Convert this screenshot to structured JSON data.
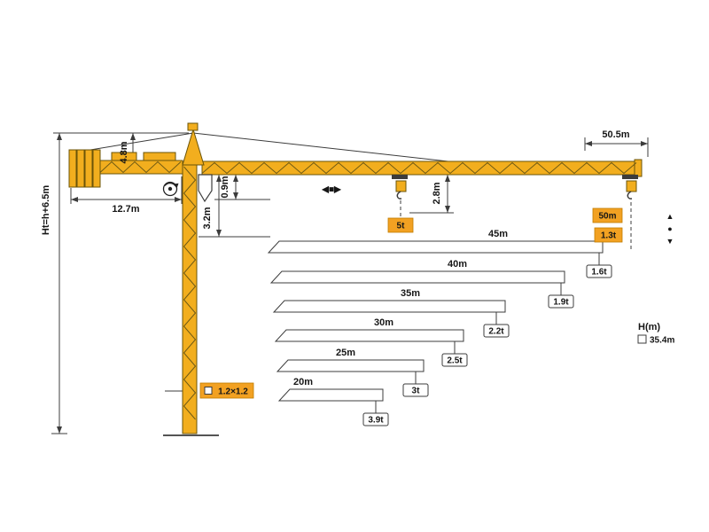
{
  "dimensions": {
    "tower_head_height": "4.8m",
    "counterjib_length": "12.7m",
    "total_height": "Ht=h+6.5m",
    "slewing_height": "3.2m",
    "jib_depth": "0.9m",
    "tip_hook_clearance": "2.8m",
    "jib_length": "50.5m",
    "mast_section": "1.2×1.2"
  },
  "loads": {
    "max_load": "5t",
    "tip_radius": "50m",
    "tip_load": "1.3t"
  },
  "height_info": {
    "axis_label": "H(m)",
    "freestanding_height": "35.4m"
  },
  "chart_data": {
    "type": "bar",
    "bars": [
      {
        "length": "45m",
        "tip_load": "1.6t"
      },
      {
        "length": "40m",
        "tip_load": "1.9t"
      },
      {
        "length": "35m",
        "tip_load": "2.2t"
      },
      {
        "length": "30m",
        "tip_load": "2.5t"
      },
      {
        "length": "25m",
        "tip_load": "3t"
      },
      {
        "length": "20m",
        "tip_load": "3.9t"
      }
    ]
  },
  "symbols": {
    "trolley_travel": "◀■▶",
    "hoist_up": "▲",
    "hoist_point": "●",
    "hoist_down": "▼"
  },
  "colors": {
    "crane_yellow": "#F2AE1E",
    "badge_orange": "#F2A122"
  }
}
